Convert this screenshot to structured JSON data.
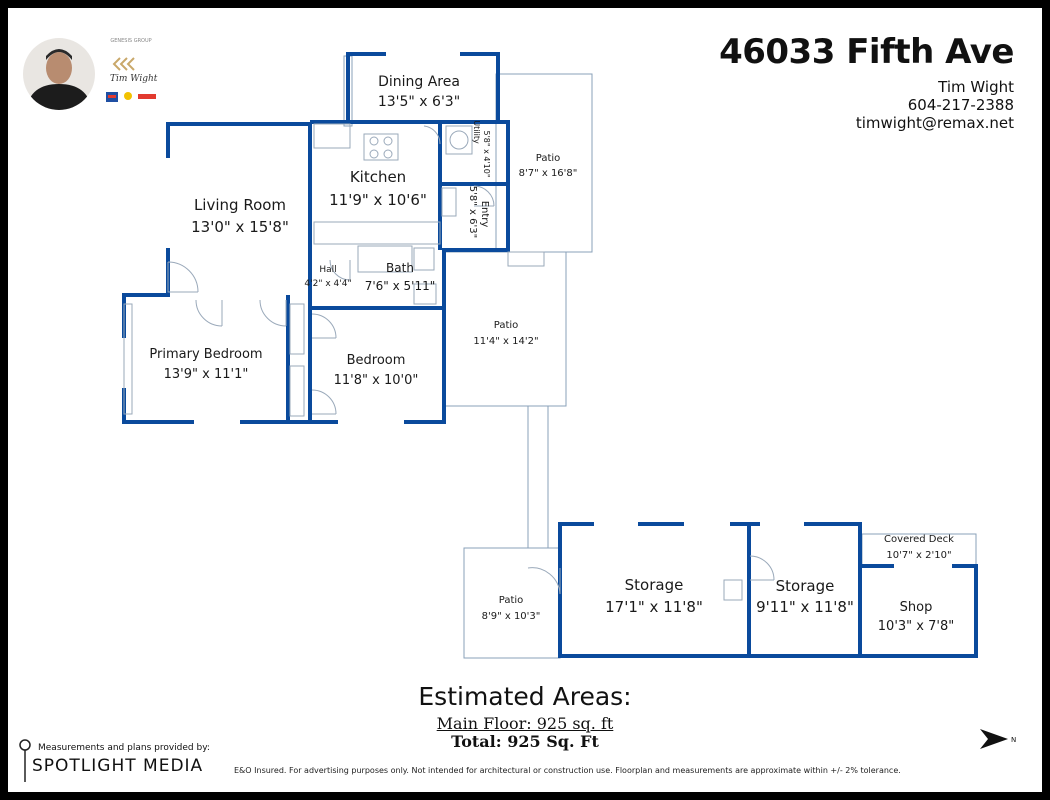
{
  "header": {
    "address": "46033 Fifth Ave",
    "agent_name": "Tim Wight",
    "phone": "604-217-2388",
    "email": "timwight@remax.net"
  },
  "logo": {
    "group": "GENESIS GROUP",
    "signature": "Tim Wight"
  },
  "rooms": {
    "dining": {
      "name": "Dining Area",
      "size": "13'5\" x 6'3\""
    },
    "living": {
      "name": "Living Room",
      "size": "13'0\" x 15'8\""
    },
    "kitchen": {
      "name": "Kitchen",
      "size": "11'9\" x 10'6\""
    },
    "utility": {
      "name": "Utility",
      "size": "5'8\" x 4'10\""
    },
    "entry": {
      "name": "Entry",
      "size": "5'8\" x 6'3\""
    },
    "patio_top": {
      "name": "Patio",
      "size": "8'7\" x 16'8\""
    },
    "hall": {
      "name": "Hall",
      "size": "4'2\" x 4'4\""
    },
    "bath": {
      "name": "Bath",
      "size": "7'6\" x 5'11\""
    },
    "patio_mid": {
      "name": "Patio",
      "size": "11'4\" x 14'2\""
    },
    "primary": {
      "name": "Primary Bedroom",
      "size": "13'9\" x 11'1\""
    },
    "bedroom": {
      "name": "Bedroom",
      "size": "11'8\" x 10'0\""
    },
    "patio_low": {
      "name": "Patio",
      "size": "8'9\" x 10'3\""
    },
    "storage1": {
      "name": "Storage",
      "size": "17'1\" x 11'8\""
    },
    "storage2": {
      "name": "Storage",
      "size": "9'11\" x 11'8\""
    },
    "covered_deck": {
      "name": "Covered Deck",
      "size": "10'7\" x 2'10\""
    },
    "shop": {
      "name": "Shop",
      "size": "10'3\" x 7'8\""
    }
  },
  "areas": {
    "title": "Estimated Areas:",
    "main_floor": "Main Floor: 925 sq. ft",
    "total": "Total: 925 Sq. Ft"
  },
  "footer": {
    "credit": "Measurements and plans provided by:",
    "brand": "SPOTLIGHT MEDIA",
    "disclaimer": "E&O Insured. For advertising purposes only. Not intended for architectural or construction use. Floorplan and measurements are approximate within +/- 2% tolerance."
  },
  "compass": {
    "label": "N"
  },
  "colors": {
    "wall": "#0a4a9c",
    "thin_line": "#8aa0b8"
  }
}
